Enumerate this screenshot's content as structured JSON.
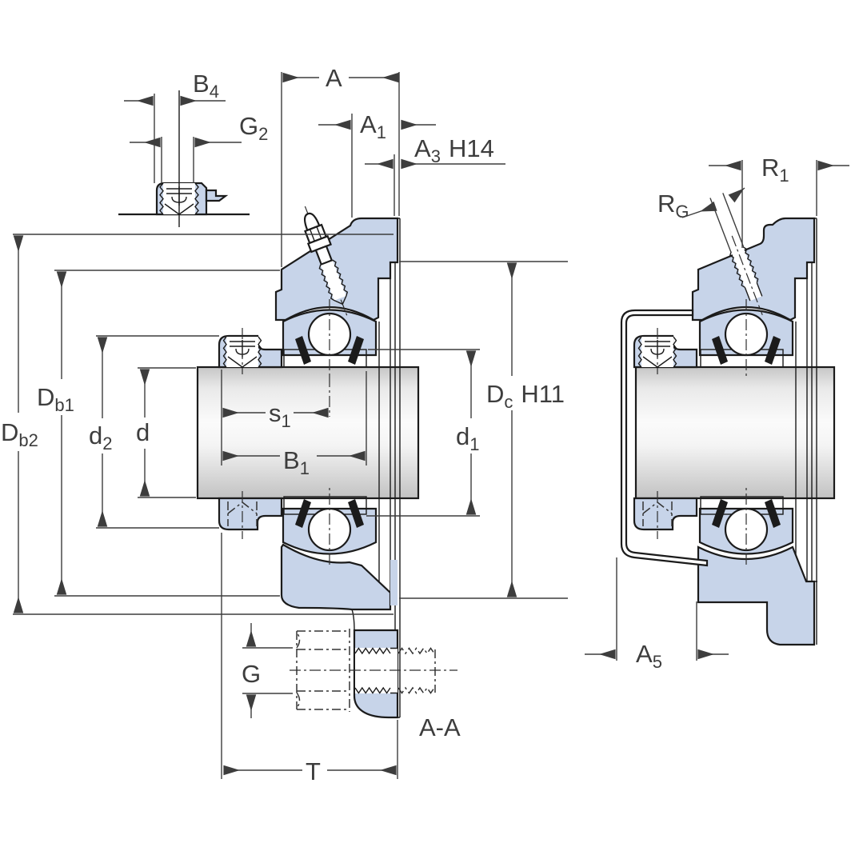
{
  "drawing": {
    "labels": {
      "b4": {
        "main": "B",
        "sub": "4"
      },
      "g2": {
        "main": "G",
        "sub": "2"
      },
      "a": {
        "main": "A"
      },
      "a1": {
        "main": "A",
        "sub": "1"
      },
      "a3": {
        "main": "A",
        "sub": "3",
        "suffix": "H14"
      },
      "db1": {
        "main": "D",
        "sub": "b1"
      },
      "db2": {
        "main": "D",
        "sub": "b2"
      },
      "d2": {
        "main": "d",
        "sub": "2"
      },
      "d": {
        "main": "d"
      },
      "s1": {
        "main": "s",
        "sub": "1"
      },
      "b1": {
        "main": "B",
        "sub": "1"
      },
      "d1": {
        "main": "d",
        "sub": "1"
      },
      "dc": {
        "main": "D",
        "sub": "c",
        "suffix": "H11"
      },
      "g": {
        "main": "G"
      },
      "t": {
        "main": "T"
      },
      "section": {
        "main": "A-A"
      },
      "rg": {
        "main": "R",
        "sub": "G"
      },
      "r1": {
        "main": "R",
        "sub": "1"
      },
      "a5": {
        "main": "A",
        "sub": "5"
      }
    },
    "colors": {
      "background": "#ffffff",
      "housing": "#c7d4e9",
      "outline": "#1b1b1b",
      "dimension": "#3d3d3d",
      "seal": "#1b1b1b",
      "shaft_light": "#fbfbfb",
      "shaft_dark": "#c6c6c6"
    }
  }
}
